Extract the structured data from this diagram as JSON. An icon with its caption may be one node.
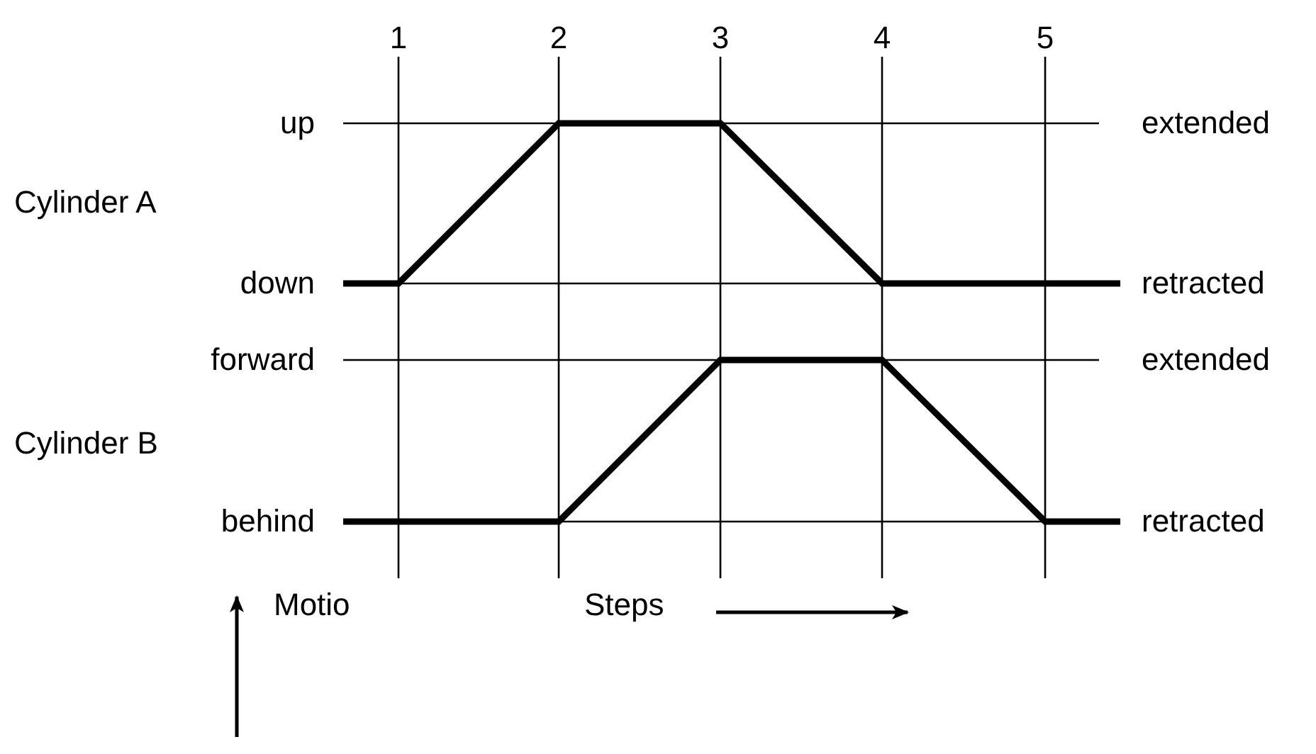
{
  "diagram": {
    "labels": [
      "1",
      "2",
      "3",
      "4",
      "5",
      "up",
      "extended",
      "Cylinder A",
      "down",
      "retracted",
      "forward",
      "extended",
      "Cylinder B",
      "behind",
      "retracted",
      "Motio",
      "Steps"
    ]
  }
}
